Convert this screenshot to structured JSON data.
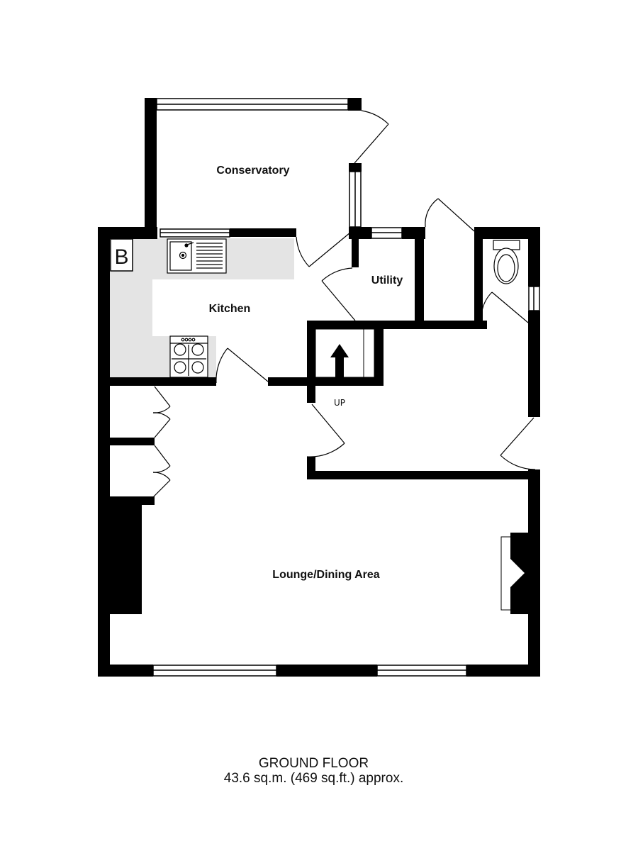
{
  "plan": {
    "rooms": {
      "conservatory": "Conservatory",
      "kitchen": "Kitchen",
      "utility": "Utility",
      "lounge": "Lounge/Dining Area"
    },
    "stairs_label": "UP",
    "boiler_label": "B"
  },
  "footer": {
    "floor_name": "GROUND FLOOR",
    "area": "43.6 sq.m. (469 sq.ft.) approx."
  },
  "colors": {
    "wall": "#000000",
    "kitchen_counter": "#e4e4e4",
    "background": "#ffffff"
  }
}
